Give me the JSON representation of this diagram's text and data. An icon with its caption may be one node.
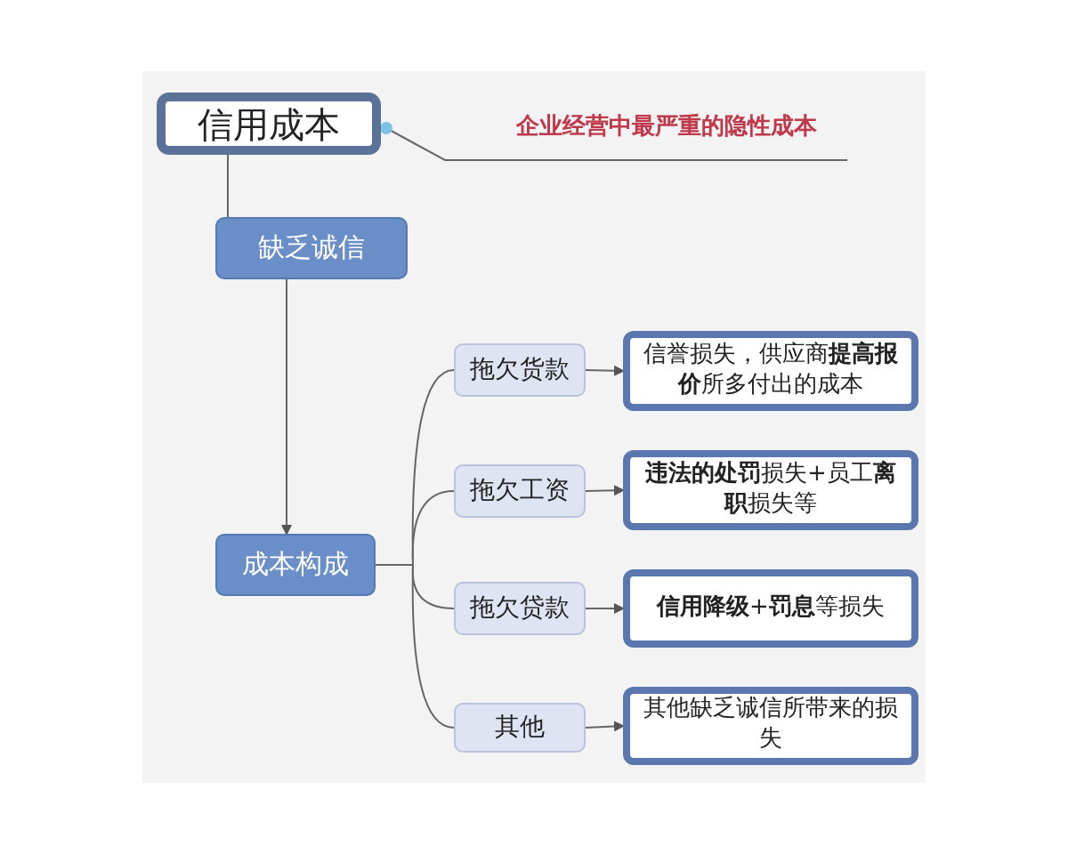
{
  "diagram": {
    "nodes": [
      {
        "text": [
          "信用成本"
        ]
      },
      {
        "text": [
          "企业经营中最严重的隐性成本"
        ]
      },
      {
        "text": [
          "缺乏诚信"
        ]
      },
      {
        "text": [
          "成本构成"
        ]
      },
      {
        "text": [
          "拖欠货款"
        ]
      },
      {
        "text": [
          "信誉损失，供应商**提高报价**所多付出的成本"
        ]
      },
      {
        "text": [
          "拖欠工资"
        ]
      },
      {
        "text": [
          "**违法的处罚**损失+员工**离职**损失等"
        ]
      },
      {
        "text": [
          "拖欠贷款"
        ]
      },
      {
        "text": [
          "**信用降级**+**罚息**等损失"
        ]
      },
      {
        "text": [
          "其他"
        ]
      },
      {
        "text": [
          "其他缺乏诚信所带来的损失"
        ]
      }
    ],
    "edges": [
      {
        "from": 0,
        "to": 1,
        "arrow": "other"
      },
      {
        "from": 0,
        "to": 2,
        "arrow": "none"
      },
      {
        "from": 2,
        "to": 3,
        "arrow": "to"
      },
      {
        "from": 3,
        "to": 4,
        "arrow": "none"
      },
      {
        "from": 3,
        "to": 6,
        "arrow": "none"
      },
      {
        "from": 3,
        "to": 8,
        "arrow": "none"
      },
      {
        "from": 3,
        "to": 10,
        "arrow": "none"
      },
      {
        "from": 4,
        "to": 5,
        "arrow": "to"
      },
      {
        "from": 6,
        "to": 7,
        "arrow": "to"
      },
      {
        "from": 8,
        "to": 9,
        "arrow": "to"
      },
      {
        "from": 10,
        "to": 11,
        "arrow": "to"
      }
    ]
  }
}
